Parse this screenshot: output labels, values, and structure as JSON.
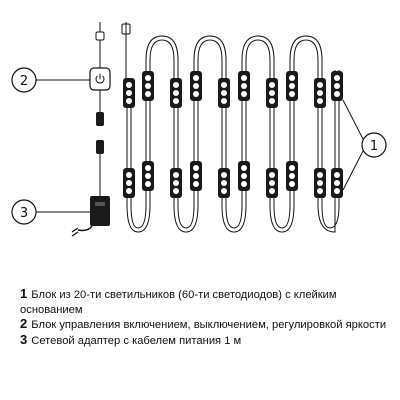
{
  "callouts": {
    "led_block": "1",
    "controller": "2",
    "adapter": "3"
  },
  "legend": [
    {
      "num": "1",
      "text": "Блок из 20-ти светильников (60-ти светодиодов) с клейким основанием"
    },
    {
      "num": "2",
      "text": "Блок управления включением, выключением, регулировкой яркости"
    },
    {
      "num": "3",
      "text": "Сетевой адаптер с кабелем питания 1 м"
    }
  ],
  "colors": {
    "line": "#111111",
    "module": "#1a1a1a",
    "led": "#ffffff"
  },
  "icons": {
    "power": "power-icon"
  }
}
